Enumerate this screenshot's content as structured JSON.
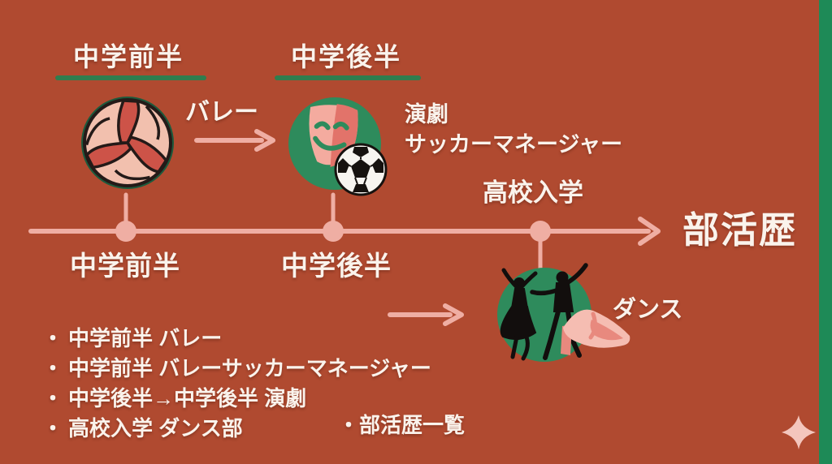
{
  "colors": {
    "background": "#b04a30",
    "accent_green": "#2e8b5c",
    "underline_green": "#2f7d4e",
    "edge_strip_green": "#1e8a57",
    "timeline_pink": "#efaea3",
    "text_white": "#faf3ec"
  },
  "headers": {
    "left": "中学前半",
    "right": "中学後半"
  },
  "flow": {
    "arrow1_label": "バレー",
    "stage2_line1": "演劇",
    "stage2_line2": "サッカーマネージャー",
    "stage3_label": "ダンス"
  },
  "timeline": {
    "axis_title": "部活歴",
    "milestones": [
      {
        "label": "中学前半",
        "position": "below"
      },
      {
        "label": "中学後半",
        "position": "below"
      },
      {
        "label": "高校入学",
        "position": "above"
      }
    ]
  },
  "bullets": {
    "marker": "・",
    "items": [
      "中学前半 バレー",
      "中学前半 バレーサッカーマネージャー",
      "中学後半→中学後半 演劇",
      "高校入学 ダンス部"
    ],
    "legend": "部活歴一覧"
  },
  "icons": [
    "volleyball-icon",
    "theater-mask-icon",
    "soccer-ball-icon",
    "dancers-icon",
    "high-heel-shoe-icon",
    "sparkle-icon"
  ]
}
